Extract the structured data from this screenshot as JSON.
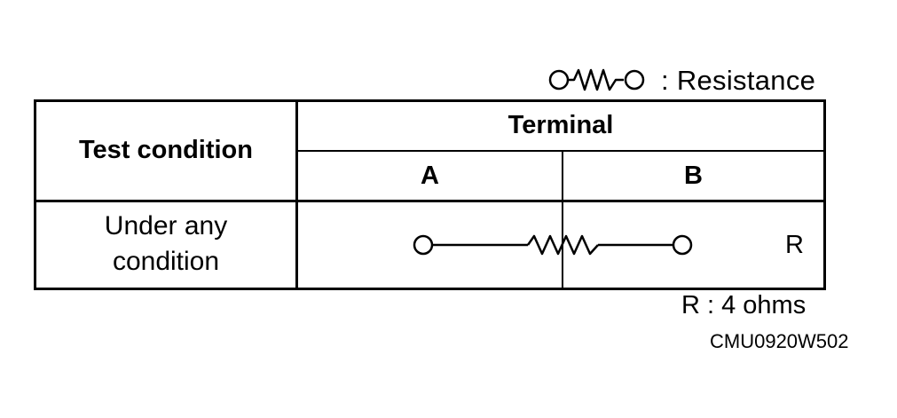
{
  "legend": {
    "symbol": "resistor-symbol",
    "label": ": Resistance"
  },
  "table": {
    "header_condition": "Test condition",
    "header_terminal": "Terminal",
    "terminal_a": "A",
    "terminal_b": "B",
    "row_condition_line1": "Under any",
    "row_condition_line2": "condition",
    "row_value": "R",
    "connection_symbol": "resistor-between-terminals"
  },
  "note": "R : 4 ohms",
  "figure_id": "CMU0920W502"
}
